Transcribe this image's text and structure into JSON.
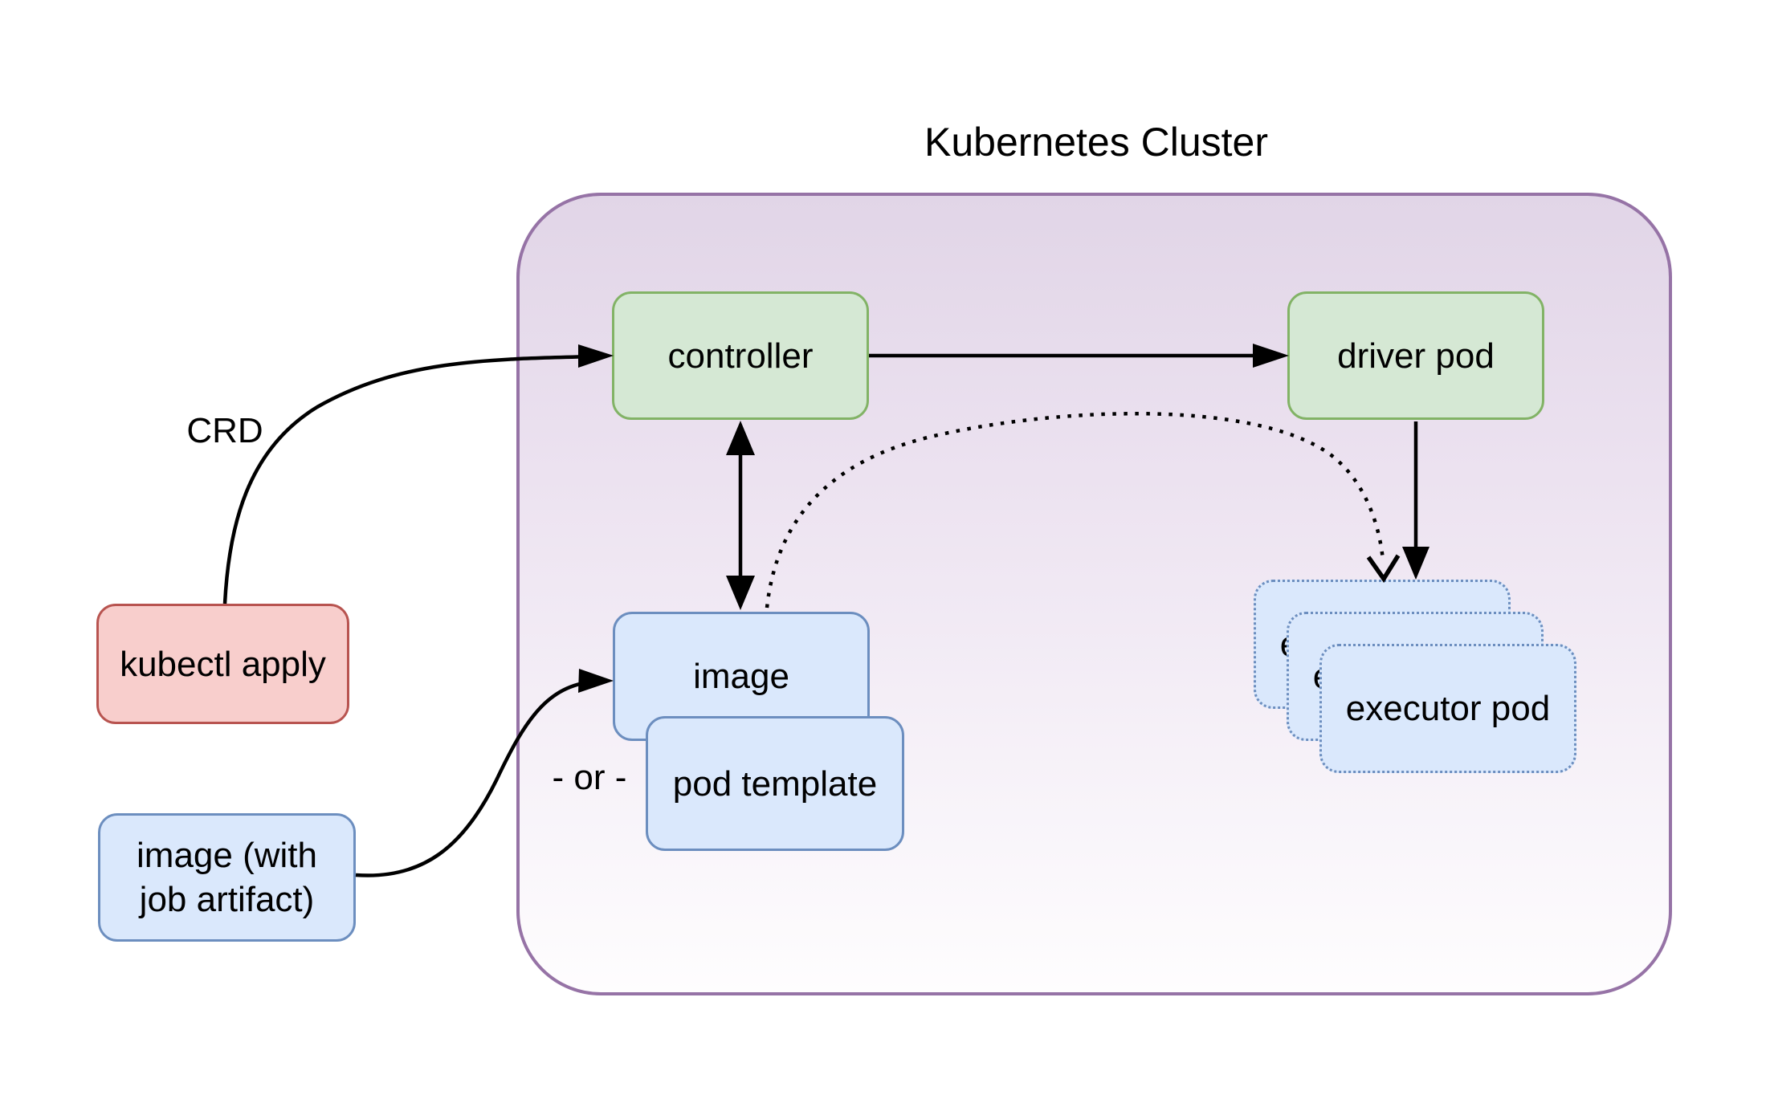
{
  "diagram_title": "Kubernetes Cluster",
  "palette": {
    "purple_fill": "#e1d5e7",
    "purple_stroke": "#9673a6",
    "green_fill": "#d5e8d4",
    "green_stroke": "#82b366",
    "blue_fill": "#dae8fc",
    "blue_stroke": "#6c8ebf",
    "red_fill": "#f8cecc",
    "red_stroke": "#b85450",
    "edge_color": "#000000"
  },
  "nodes": {
    "kubectl_apply": {
      "label": "kubectl apply",
      "color": "red"
    },
    "image_with_artifact": {
      "label": "image (with job artifact)",
      "lines": [
        "image (with",
        "job artifact)"
      ],
      "color": "blue"
    },
    "controller": {
      "label": "controller",
      "color": "green"
    },
    "driver_pod": {
      "label": "driver pod",
      "color": "green"
    },
    "image": {
      "label": "image",
      "color": "blue"
    },
    "pod_template": {
      "label": "pod template",
      "color": "blue"
    },
    "executor_pod": {
      "label": "executor pod",
      "color": "blue",
      "border": "dotted",
      "count": 3
    }
  },
  "labels": {
    "crd": "CRD",
    "or": "- or -"
  },
  "edges": [
    {
      "from": "kubectl_apply",
      "to": "controller",
      "label": "CRD",
      "style": "solid-curve",
      "arrow": "filled"
    },
    {
      "from": "controller",
      "to": "driver_pod",
      "style": "solid",
      "arrow": "filled"
    },
    {
      "from": "controller",
      "to": "image",
      "style": "solid",
      "arrow": "filled-both-ends"
    },
    {
      "from": "driver_pod",
      "to": "executor_pod",
      "style": "solid",
      "arrow": "filled"
    },
    {
      "from": "image",
      "to": "executor_pod",
      "style": "dotted-curve",
      "arrow": "open-chevron"
    },
    {
      "from": "image_with_artifact",
      "to": "image",
      "style": "solid-curve",
      "arrow": "filled"
    }
  ]
}
